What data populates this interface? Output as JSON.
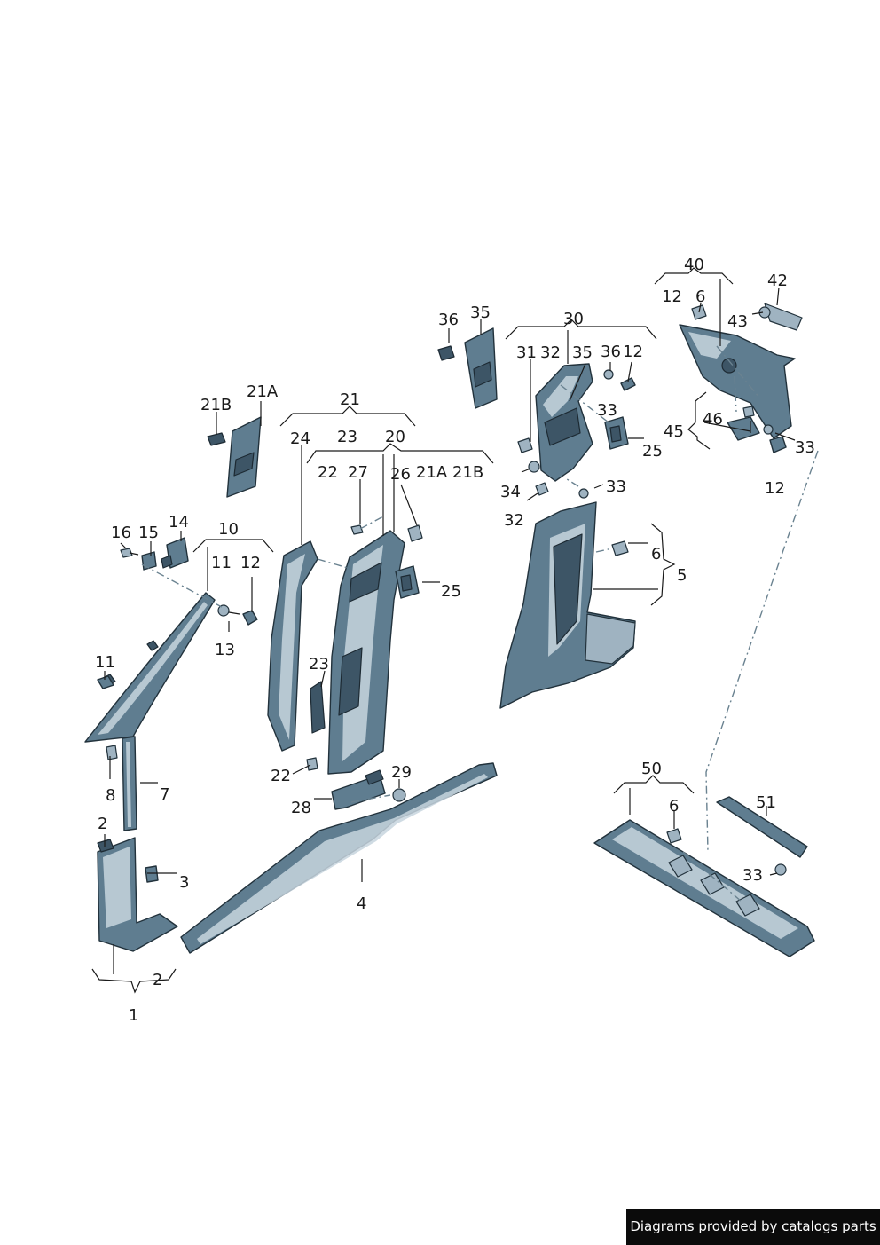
{
  "labels": {
    "l1": "1",
    "l2a": "2",
    "l2b": "2",
    "l3": "3",
    "l4": "4",
    "l5": "5",
    "l6a": "6",
    "l6b": "6",
    "l6c": "6",
    "l7": "7",
    "l8": "8",
    "l10": "10",
    "l11a": "11",
    "l11b": "11",
    "l12a": "12",
    "l12b": "12",
    "l12c": "12",
    "l12d": "12",
    "l13": "13",
    "l14": "14",
    "l15": "15",
    "l16": "16",
    "l20": "20",
    "l21": "21",
    "l21a1": "21A",
    "l21a2": "21A",
    "l21b1": "21B",
    "l21b2": "21B",
    "l22a": "22",
    "l22b": "22",
    "l23a": "23",
    "l23b": "23",
    "l24": "24",
    "l25a": "25",
    "l25b": "25",
    "l26": "26",
    "l27": "27",
    "l28": "28",
    "l29": "29",
    "l30": "30",
    "l31": "31",
    "l32a": "32",
    "l32b": "32",
    "l33a": "33",
    "l33b": "33",
    "l33c": "33",
    "l33d": "33",
    "l34": "34",
    "l35a": "35",
    "l35b": "35",
    "l36a": "36",
    "l36b": "36",
    "l40": "40",
    "l42": "42",
    "l43": "43",
    "l45": "45",
    "l46": "46",
    "l50": "50",
    "l51": "51"
  },
  "footer": {
    "text": "Diagrams provided by catalogs parts"
  },
  "colors": {
    "part": "#5f7d90",
    "part_light": "#9fb3c1",
    "outline": "#22323c",
    "footer_bg": "#0b0b0b"
  }
}
